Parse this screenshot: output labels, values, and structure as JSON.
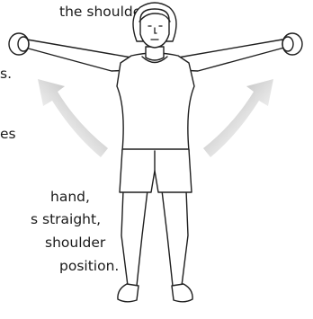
{
  "instructions": {
    "line_1": "the shoulder",
    "line_2": "s.",
    "line_3": "es",
    "line_4": "hand,",
    "line_5": "s straight,",
    "line_6": "shoulder",
    "line_7": "position."
  },
  "colors": {
    "text": "#1a1a1a",
    "outline": "#1f1f1f",
    "arrow": "#9e9e9e",
    "background": "#ffffff"
  },
  "illustration": {
    "subject": "person-lateral-raise-with-dumbbells",
    "arrow_direction": "upward-outward"
  }
}
